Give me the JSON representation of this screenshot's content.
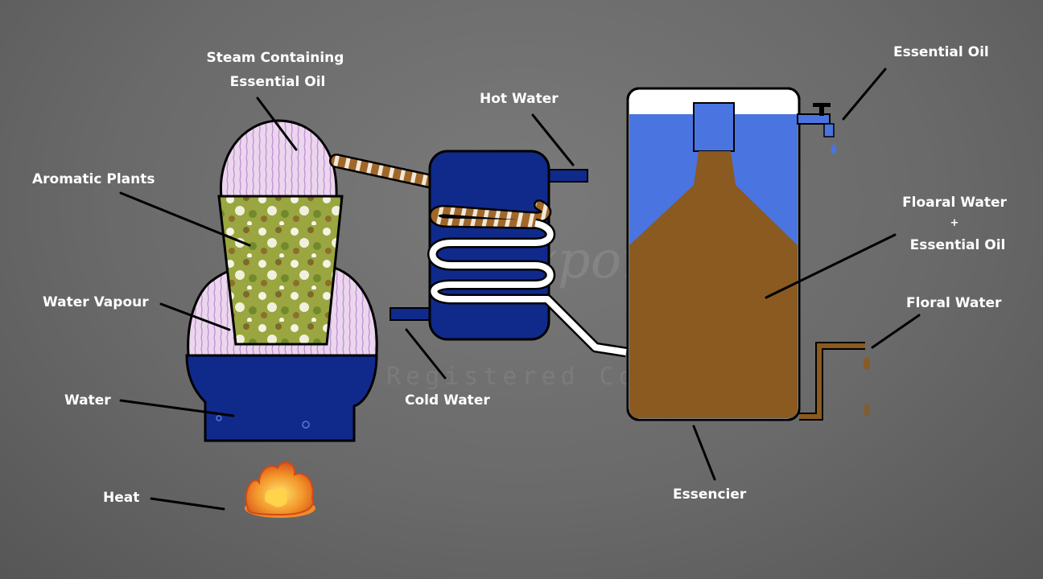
{
  "labels": {
    "steam_line1": "Steam Containing",
    "steam_line2": "Essential Oil",
    "aromatic_plants": "Aromatic Plants",
    "water_vapour": "Water Vapour",
    "water": "Water",
    "heat": "Heat",
    "hot_water": "Hot Water",
    "cold_water": "Cold Water",
    "essential_oil": "Essential Oil",
    "floaral_line1": "Floaral Water",
    "floaral_plus": "+",
    "floaral_line2": "Essential Oil",
    "floral_water": "Floral Water",
    "essencier": "Essencier"
  },
  "watermark": {
    "brand": "Exporters",
    "tagline": "Registered Company"
  },
  "colors": {
    "background": "#6a6a6a",
    "water_blue": "#102a8c",
    "oil_blue": "#4a74e0",
    "floral_brown": "#8a5a20",
    "steam_pink": "#e6c8ea"
  }
}
